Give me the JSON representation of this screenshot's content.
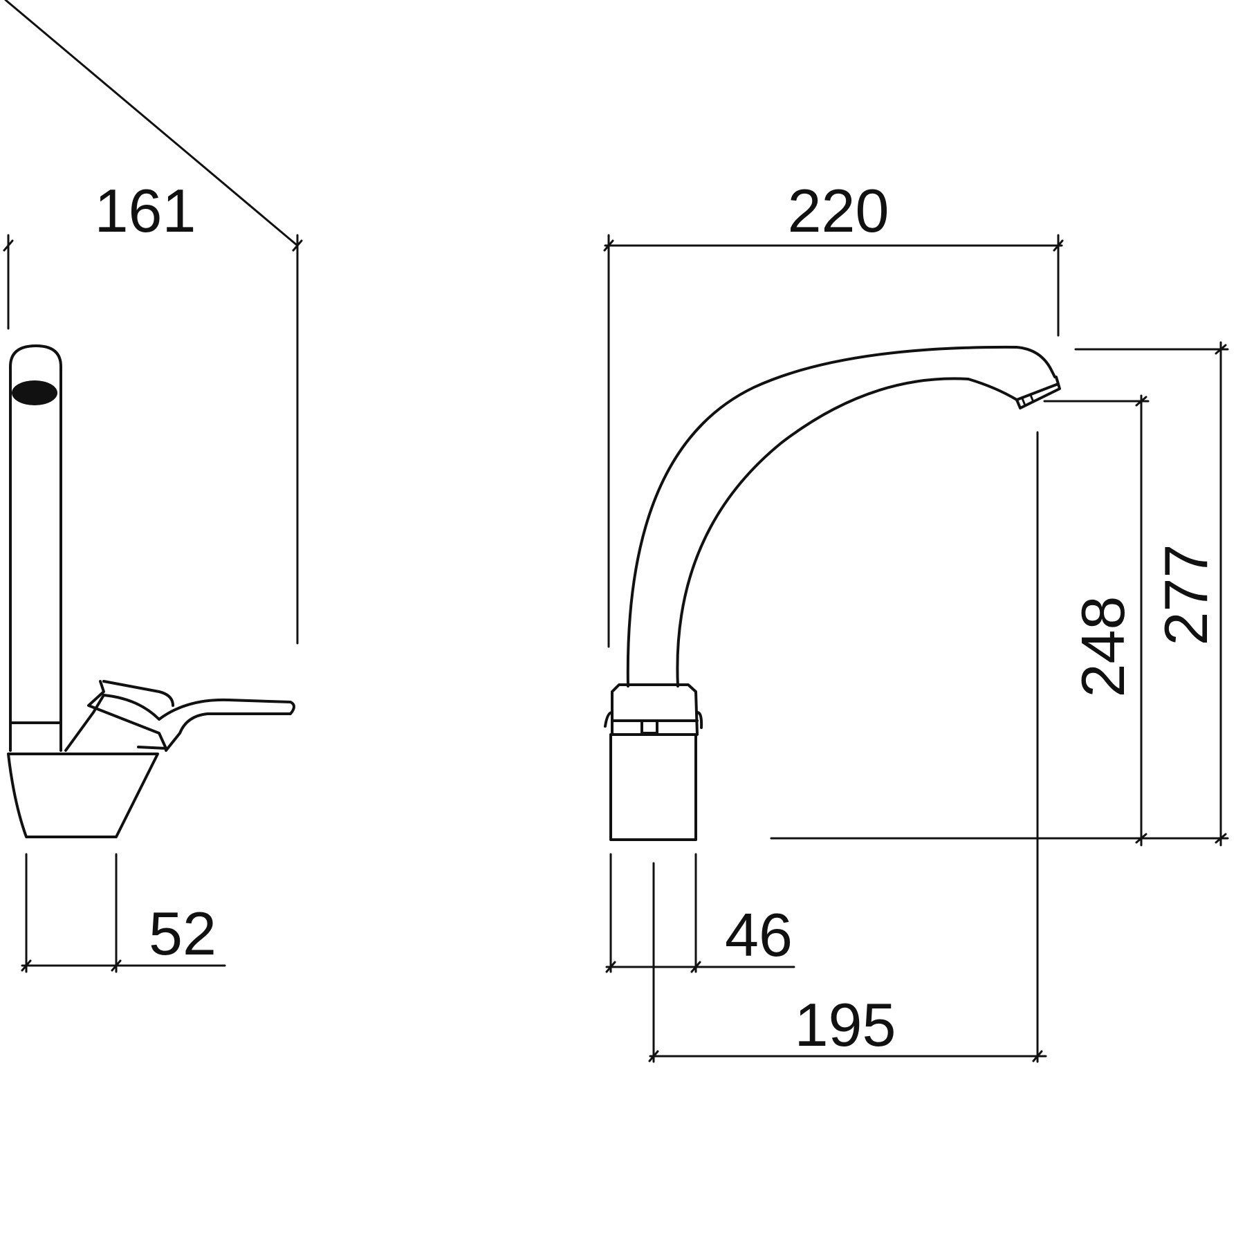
{
  "colors": {
    "line": "#111111",
    "background": "#ffffff"
  },
  "side_view": {
    "dim_width": "161",
    "dim_base": "52"
  },
  "front_view": {
    "dim_width": "220",
    "dim_base": "46",
    "dim_reach": "195",
    "dim_spout_height": "248",
    "dim_total_height": "277"
  }
}
